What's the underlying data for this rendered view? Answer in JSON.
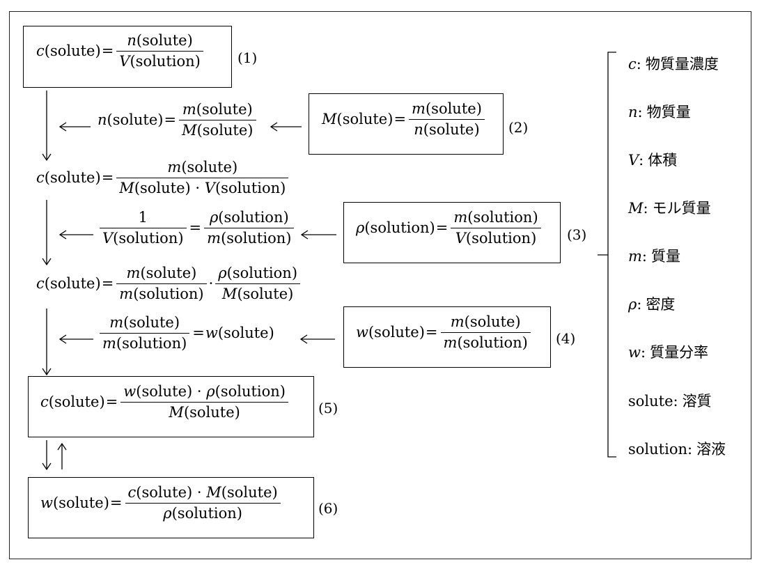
{
  "equations": {
    "eq1": {
      "lhs_var": "c",
      "lhs_arg": "(solute)",
      "num_var": "n",
      "num_arg": "(solute)",
      "den_var": "V",
      "den_arg": "(solution)",
      "tag": "(1)"
    },
    "eq2": {
      "lhs_var": "M",
      "lhs_arg": "(solute)",
      "num_var": "m",
      "num_arg": "(solute)",
      "den_var": "n",
      "den_arg": "(solute)",
      "tag": "(2)"
    },
    "der_n": {
      "lhs_var": "n",
      "lhs_arg": "(solute)",
      "num_var": "m",
      "num_arg": "(solute)",
      "den_var": "M",
      "den_arg": "(solute)"
    },
    "der_c2": {
      "lhs_var": "c",
      "lhs_arg": "(solute)",
      "num_var": "m",
      "num_arg": "(solute)",
      "den1_var": "M",
      "den1_arg": "(solute)",
      "dot": "·",
      "den2_var": "V",
      "den2_arg": "(solution)"
    },
    "eq3": {
      "lhs_var": "ρ",
      "lhs_arg": "(solution)",
      "num_var": "m",
      "num_arg": "(solution)",
      "den_var": "V",
      "den_arg": "(solution)",
      "tag": "(3)"
    },
    "der_inv": {
      "num": "1",
      "den_var": "V",
      "den_arg": "(solution)",
      "num2_var": "ρ",
      "num2_arg": "(solution)",
      "den2_var": "m",
      "den2_arg": "(solution)"
    },
    "der_c3": {
      "lhs_var": "c",
      "lhs_arg": "(solute)",
      "f1_num_var": "m",
      "f1_num_arg": "(solute)",
      "f1_den_var": "m",
      "f1_den_arg": "(solution)",
      "dot": "·",
      "f2_num_var": "ρ",
      "f2_num_arg": "(solution)",
      "f2_den_var": "M",
      "f2_den_arg": "(solute)"
    },
    "eq4": {
      "lhs_var": "w",
      "lhs_arg": "(solute)",
      "num_var": "m",
      "num_arg": "(solute)",
      "den_var": "m",
      "den_arg": "(solution)",
      "tag": "(4)"
    },
    "der_w": {
      "num_var": "m",
      "num_arg": "(solute)",
      "den_var": "m",
      "den_arg": "(solution)",
      "rhs_var": "w",
      "rhs_arg": "(solute)"
    },
    "eq5": {
      "lhs_var": "c",
      "lhs_arg": "(solute)",
      "num1_var": "w",
      "num1_arg": "(solute)",
      "dot": "·",
      "num2_var": "ρ",
      "num2_arg": "(solution)",
      "den_var": "M",
      "den_arg": "(solute)",
      "tag": "(5)"
    },
    "eq6": {
      "lhs_var": "w",
      "lhs_arg": "(solute)",
      "num1_var": "c",
      "num1_arg": "(solute)",
      "dot": "·",
      "num2_var": "M",
      "num2_arg": "(solute)",
      "den_var": "ρ",
      "den_arg": "(solution)",
      "tag": "(6)"
    }
  },
  "legend": [
    {
      "symbol": "c",
      "text": "物質量濃度"
    },
    {
      "symbol": "n",
      "text": "物質量"
    },
    {
      "symbol": "V",
      "text": "体積"
    },
    {
      "symbol": "M",
      "text": "モル質量"
    },
    {
      "symbol": "m",
      "text": "質量"
    },
    {
      "symbol": "ρ",
      "text": "密度"
    },
    {
      "symbol": "w",
      "text": "質量分率"
    },
    {
      "symbol": "solute",
      "text": "溶質"
    },
    {
      "symbol": "solution",
      "text": "溶液"
    }
  ],
  "legend_sep": ":",
  "equals": "="
}
